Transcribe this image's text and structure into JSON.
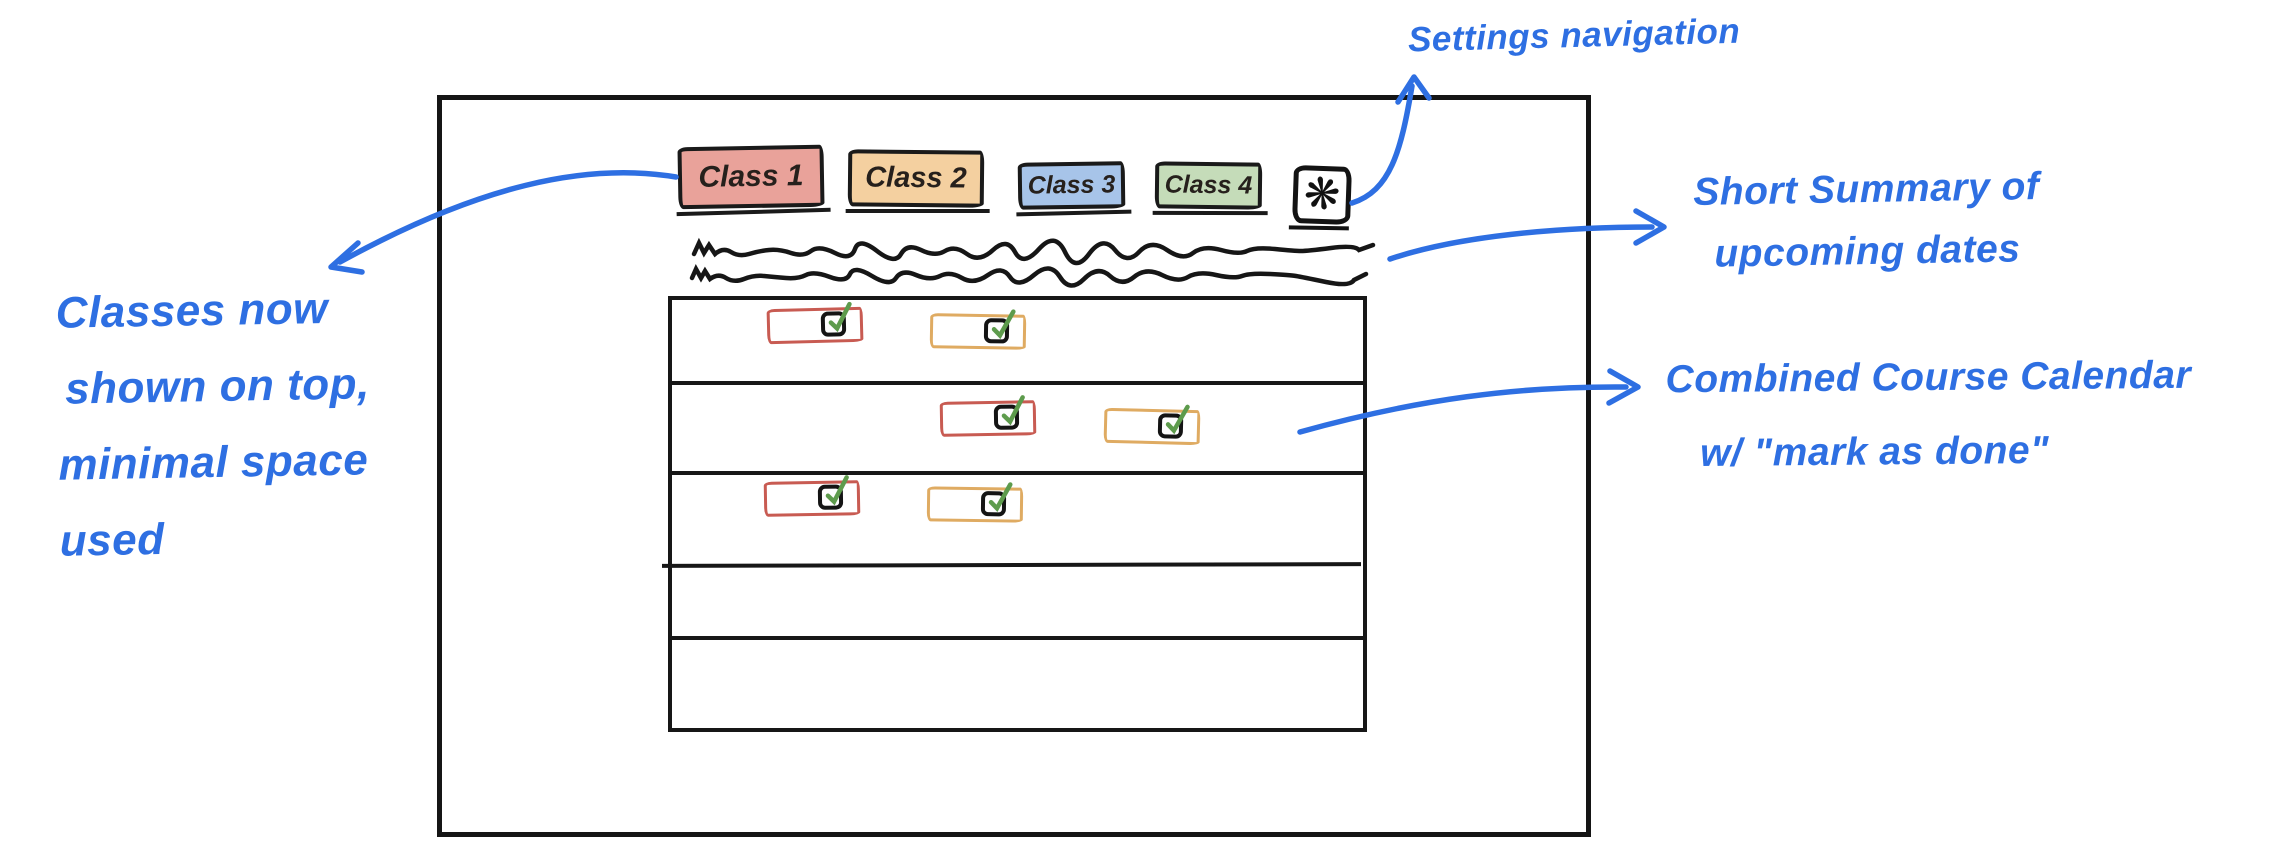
{
  "tabs": [
    {
      "label": "Class 1",
      "fill": "#e9a29a"
    },
    {
      "label": "Class 2",
      "fill": "#f4d0a0"
    },
    {
      "label": "Class 3",
      "fill": "#a7c4e9"
    },
    {
      "label": "Class 4",
      "fill": "#c5dcb9"
    }
  ],
  "settings_button": {
    "glyph": "❋"
  },
  "summary": {
    "placeholder_lines": 2
  },
  "calendar": {
    "row_count": 5,
    "rows": [
      {
        "events": [
          {
            "course_color": "#c85b52",
            "checked": true
          },
          {
            "course_color": "#dfab62",
            "checked": true
          }
        ]
      },
      {
        "events": [
          {
            "course_color": "#c85b52",
            "checked": true
          },
          {
            "course_color": "#dfab62",
            "checked": true
          }
        ]
      },
      {
        "events": [
          {
            "course_color": "#c85b52",
            "checked": true
          },
          {
            "course_color": "#dfab62",
            "checked": true
          }
        ]
      },
      {
        "events": []
      },
      {
        "events": []
      }
    ],
    "check_color": "#5d9b4c"
  },
  "annotations": {
    "ink_color": "#2e6fe2",
    "settings": "Settings navigation",
    "classes": [
      "Classes now",
      "shown on top,",
      "minimal space",
      "used"
    ],
    "summary": [
      "Short Summary of",
      "upcoming dates"
    ],
    "calendar": [
      "Combined Course Calendar",
      "w/ \"mark as done\""
    ]
  }
}
